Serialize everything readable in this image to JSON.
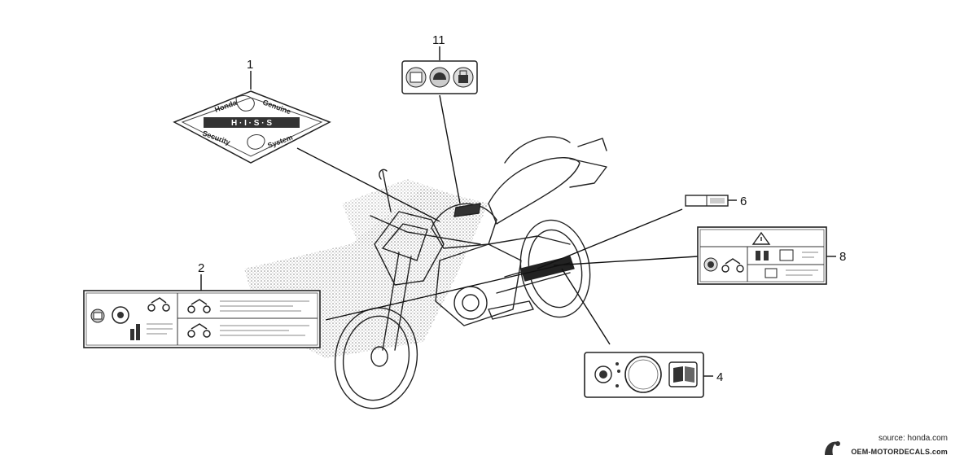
{
  "callouts": {
    "c1": "1",
    "c2": "2",
    "c4": "4",
    "c6": "6",
    "c8": "8",
    "c11": "11"
  },
  "decal1_text": {
    "top_left": "Honda",
    "top_right": "Genuine",
    "middle": "H · I · S · S",
    "bottom_left": "Security",
    "bottom_right": "System"
  },
  "footer": {
    "source": "source: honda.com",
    "site": "OEM-MOTORDECALS.com"
  },
  "icons": [
    "book-icon",
    "brake-icon",
    "motorcycle-icon",
    "warning-icon",
    "helmet-icon",
    "lock-icon",
    "gauge-icon"
  ]
}
